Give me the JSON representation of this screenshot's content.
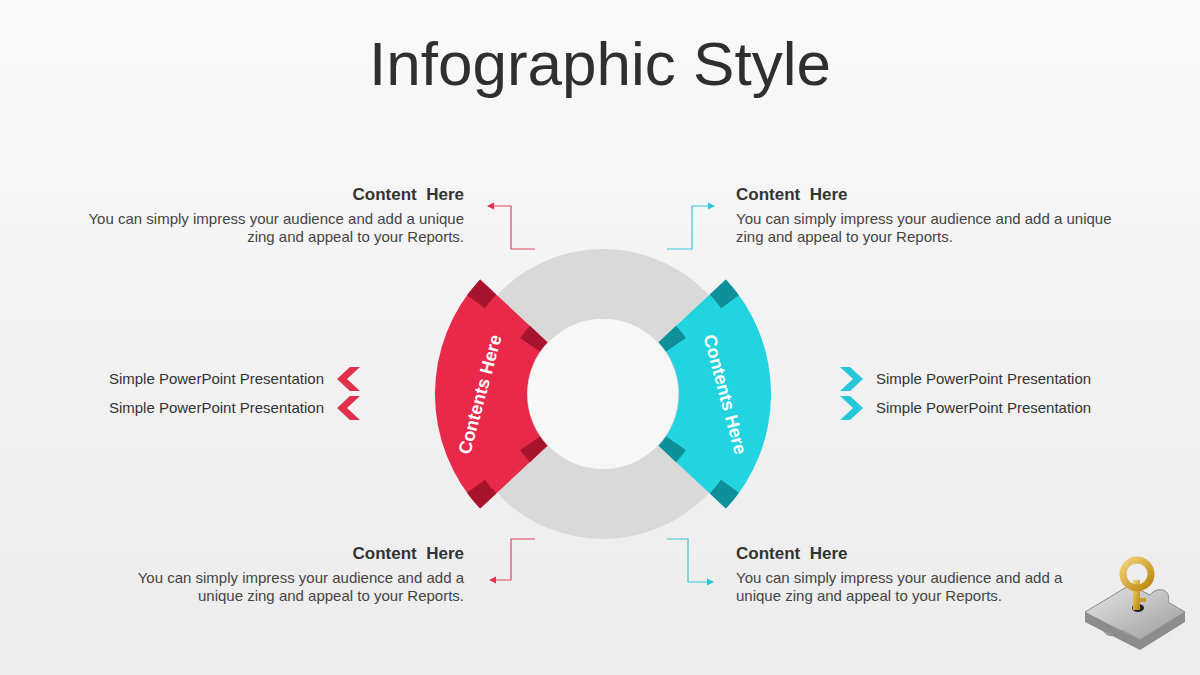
{
  "diagram": {
    "title": "Infographic Style",
    "nodes": [
      {
        "text": [
          "Contents Here"
        ]
      },
      {
        "text": [
          "Contents Here"
        ]
      }
    ],
    "labels": [
      "Content  Here",
      "You can simply impress your audience and add a unique zing and appeal to your Reports.",
      "Content  Here",
      "You can simply impress your audience and add a unique zing and appeal to your Reports.",
      "Simple PowerPoint Presentation",
      "Simple PowerPoint Presentation",
      "Simple PowerPoint Presentation",
      "Simple PowerPoint Presentation",
      "Content  Here",
      "You can simply impress your audience and add a unique zing and appeal to your Reports.",
      "Content  Here",
      "You can simply impress your audience and add a unique zing and appeal to your Reports."
    ]
  }
}
